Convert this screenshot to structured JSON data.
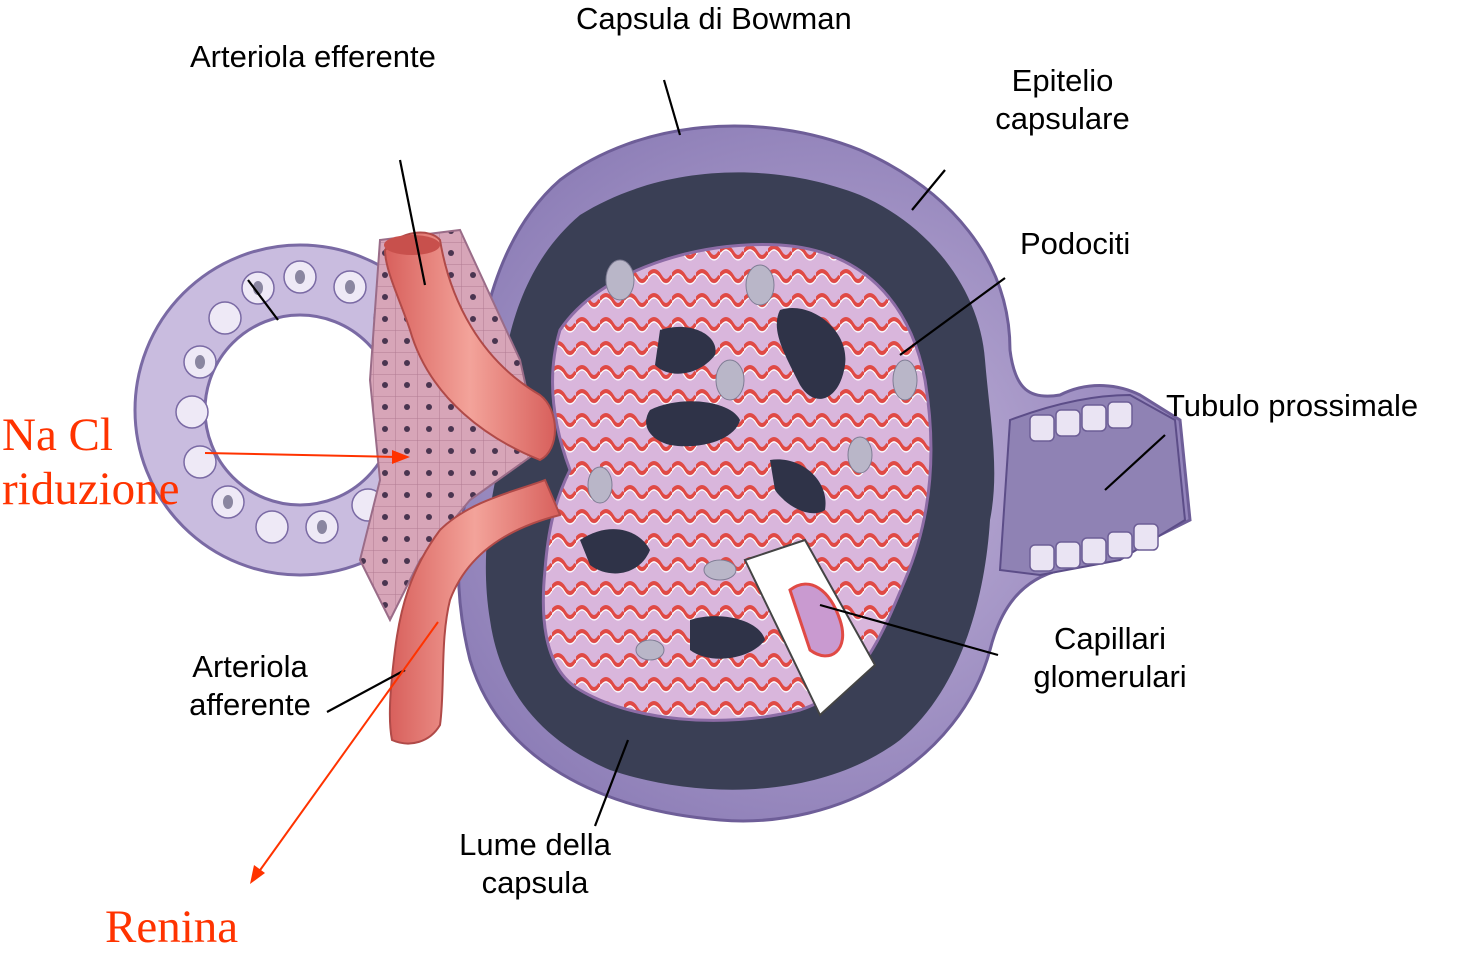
{
  "labels": {
    "capsula_bowman": "Capsula di Bowman",
    "arteriola_efferente": "Arteriola efferente",
    "epitelio_line1": "Epitelio",
    "epitelio_line2": "capsulare",
    "podociti": "Podociti",
    "tubulo_prossimale": "Tubulo prossimale",
    "capillari_line1": "Capillari",
    "capillari_line2": "glomerulari",
    "arteriola_aff_line1": "Arteriola",
    "arteriola_aff_line2": "afferente",
    "lume_line1": "Lume della",
    "lume_line2": "capsula"
  },
  "annotations": {
    "nacl_line1": "Na Cl",
    "nacl_line2": "riduzione",
    "renina": "Renina"
  },
  "colors": {
    "annotation_red": "#ff3300",
    "capsule_lilac": "#c9b6dc",
    "capsule_dark": "#3a3f55",
    "vessel_red": "#e8807a",
    "tuft_pink": "#c99ad0",
    "capillary_red": "#e4554e"
  }
}
